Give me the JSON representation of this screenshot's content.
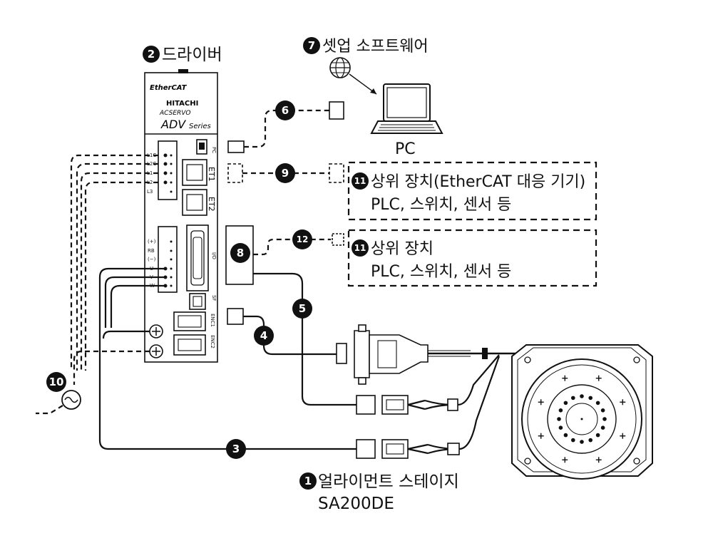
{
  "badges": {
    "b1": "1",
    "b2": "2",
    "b3": "3",
    "b4": "4",
    "b5": "5",
    "b6": "6",
    "b7": "7",
    "b8": "8",
    "b9": "9",
    "b10": "10",
    "b11a": "11",
    "b11b": "11",
    "b12": "12"
  },
  "labels": {
    "driver": "드라이버",
    "setup_software": "셋업 소프트웨어",
    "pc": "PC",
    "host_ethercat_line1": "상위 장치(EtherCAT 대응 기기)",
    "host_ethercat_line2": "PLC, 스위치, 센서 등",
    "host_line1": "상위 장치",
    "host_line2": "PLC, 스위치, 센서 등",
    "stage_name": "얼라이먼트 스테이지",
    "stage_model": "SA200DE"
  },
  "driver_panel": {
    "brand_logo": "EtherCAT",
    "maker": "HITACHI",
    "product": "ACSERVO",
    "series": "ADV",
    "series_suffix": "Series",
    "pc_port": "PC",
    "et1_port": "ET1",
    "et2_port": "ET2",
    "io_port": "I/O",
    "sf_port": "SF",
    "enc1_port": "ENC1",
    "enc2_port": "ENC2",
    "power_terminals": [
      "L1C",
      "L2C",
      "L1",
      "L2",
      "L3"
    ],
    "motor_terminals": [
      "(+)",
      "RB",
      "(−)",
      "U",
      "V",
      "W"
    ]
  },
  "icons": {
    "globe": "globe-icon",
    "laptop": "laptop-icon",
    "ac_source": "ac-source-icon"
  }
}
